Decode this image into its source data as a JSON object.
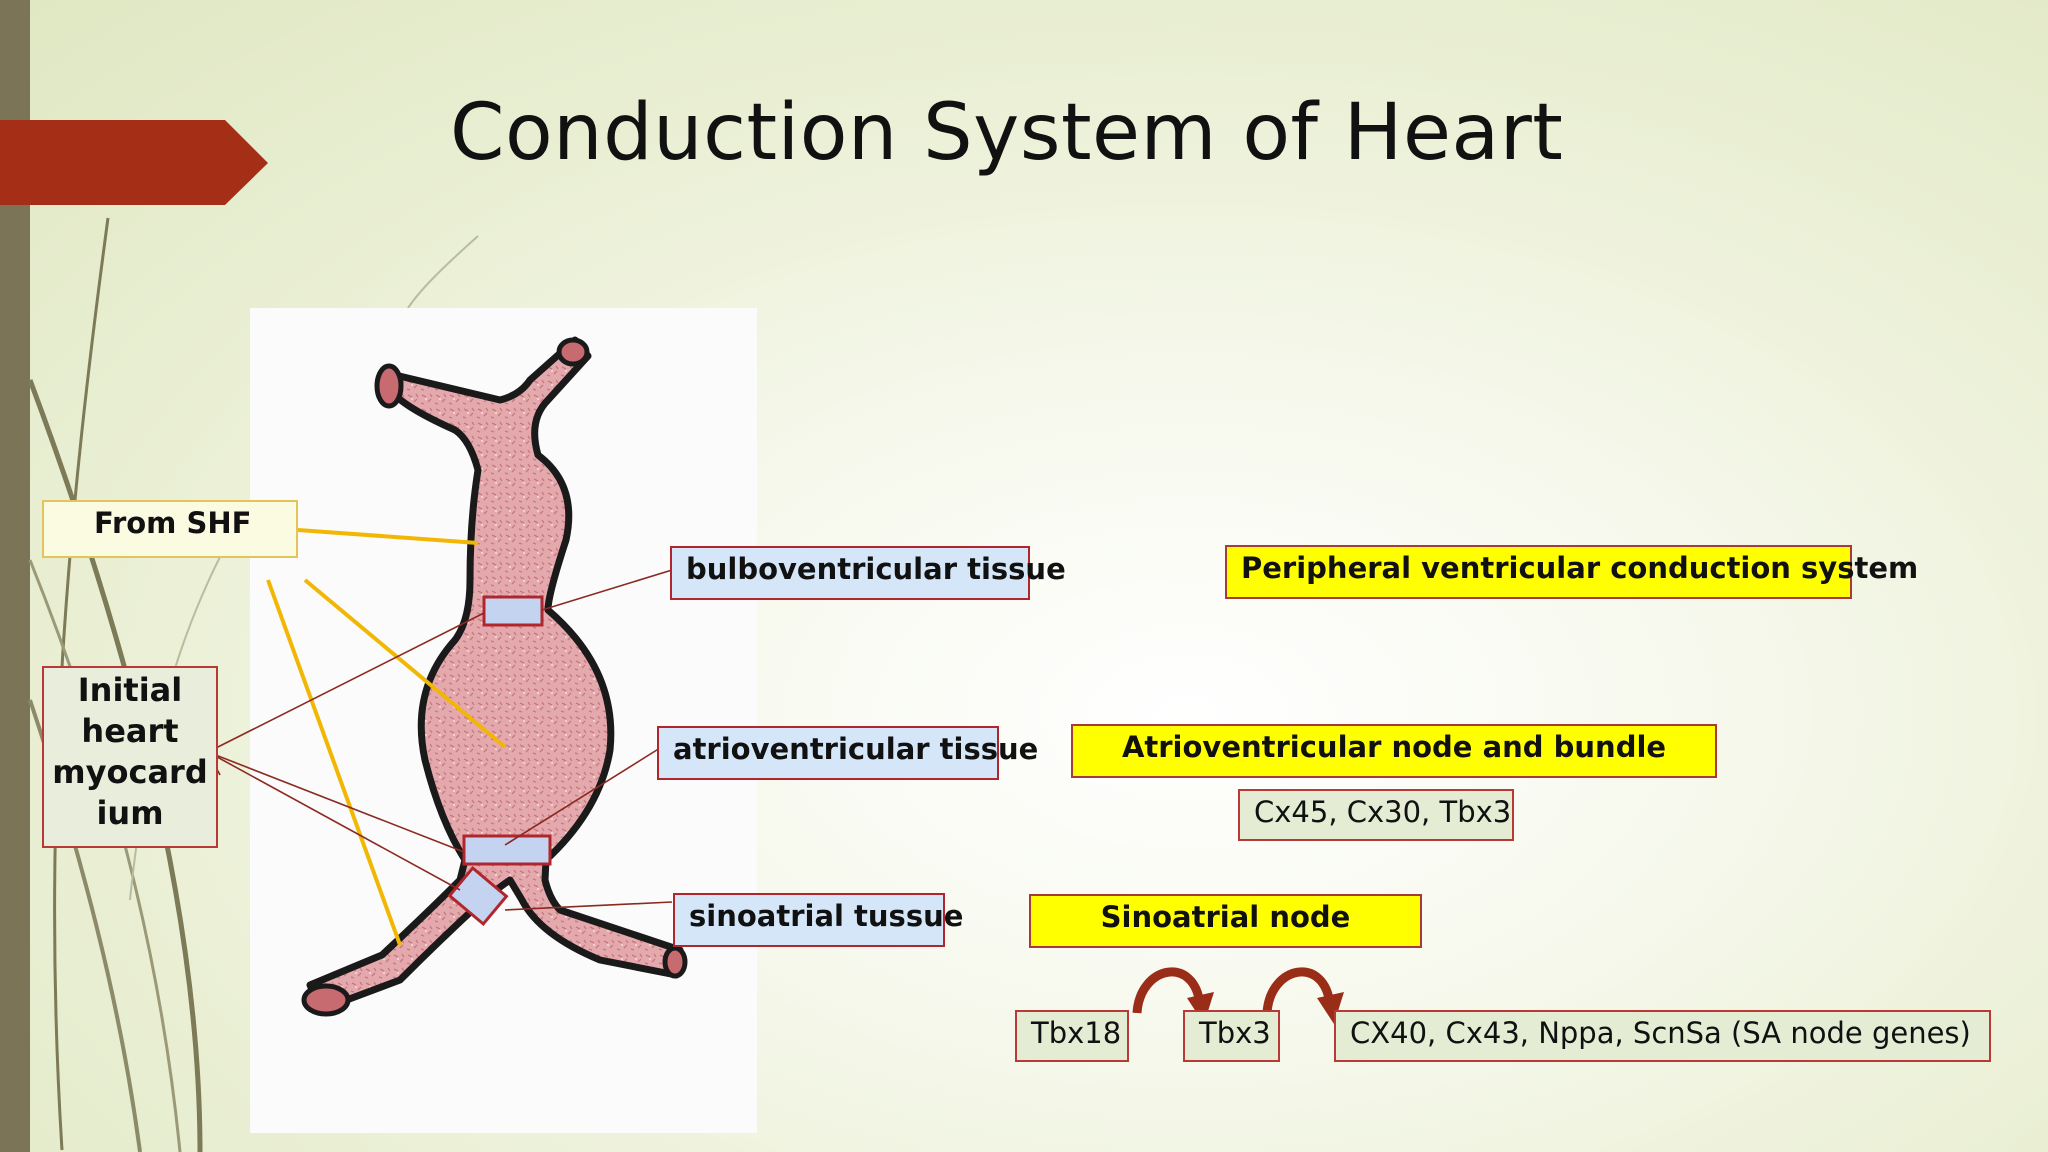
{
  "title": "Conduction System of Heart",
  "labels": {
    "from_shf": "From SHF",
    "initial_myocardium": "Initial heart myocard ium",
    "bulboventricular": "bulboventricular tissue",
    "atrioventricular": "atrioventricular tissue",
    "sinoatrial": "sinoatrial tussue"
  },
  "derivatives": {
    "peripheral": "Peripheral ventricular conduction system",
    "av_node": "Atrioventricular node and bundle",
    "av_genes": "Cx45, Cx30, Tbx3",
    "sa_node": "Sinoatrial node"
  },
  "gene_pathway": [
    "Tbx18",
    "Tbx3",
    "CX40, Cx43, Nppa, ScnSa (SA node genes)"
  ],
  "colors": {
    "accent_chevron": "#a52f16",
    "side_bar": "#7b7456",
    "yellow_highlight": "#ffff00",
    "tissue_box": "#d4e6f8",
    "border_red": "#b0262c",
    "pointer_yellow": "#f2b705",
    "arrow": "#9a2d17"
  }
}
